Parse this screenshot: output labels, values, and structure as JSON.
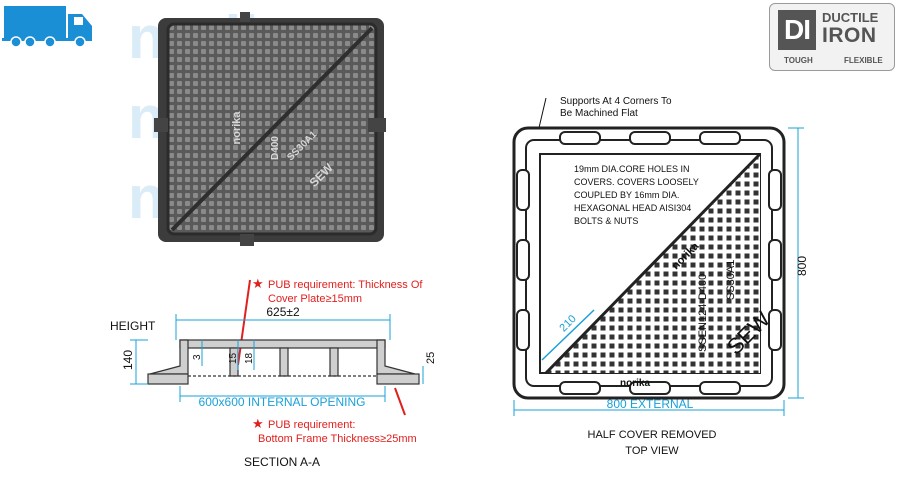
{
  "badge": {
    "mark": "DI",
    "word1": "DUCTILE",
    "word2": "IRON",
    "tag_left": "TOUGH",
    "tag_right": "FLEXIBLE"
  },
  "photo": {
    "watermark": "norika",
    "cover_markings": [
      "norika",
      "SS30A1",
      "SEW",
      "D400"
    ]
  },
  "section": {
    "height_label": "HEIGHT",
    "dim_height": "140",
    "dim_width": "625±2",
    "dim_3": "3",
    "dim_15": "15",
    "dim_18": "18",
    "dim_25": "25",
    "opening": "600x600 INTERNAL OPENING",
    "pub_top_line1": "PUB requirement: Thickness Of",
    "pub_top_line2": "Cover Plate≥15mm",
    "pub_bottom_line1": "PUB requirement:",
    "pub_bottom_line2": "Bottom Frame Thickness≥25mm",
    "title": "SECTION A-A"
  },
  "top_view": {
    "supports_line1": "Supports At 4 Corners To",
    "supports_line2": "Be Machined Flat",
    "note_lines": [
      "19mm DIA.CORE HOLES IN",
      "COVERS. COVERS LOOSELY",
      "COUPLED BY 16mm DIA.",
      "HEXAGONAL HEAD AISI304",
      "BOLTS & NUTS"
    ],
    "dim_210": "210",
    "dim_800": "800",
    "external": "800 EXTERNAL",
    "brand": "norika",
    "cover_text1": "SS30A1",
    "cover_text2": "SSEN124-D400",
    "cover_text3": "SEW",
    "title_line1": "HALF COVER REMOVED",
    "title_line2": "TOP VIEW"
  },
  "colors": {
    "dimension": "#1aa0d8",
    "requirement": "#e0201e",
    "truck": "#1a8fd6"
  }
}
